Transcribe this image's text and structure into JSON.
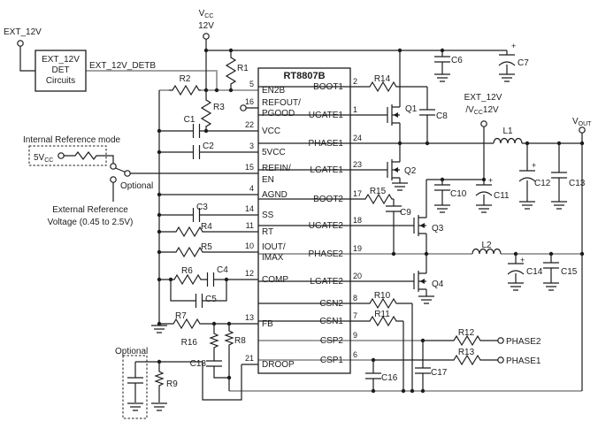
{
  "ic": {
    "title": "RT8807B",
    "left_pins": [
      {
        "num": "5",
        "l1": "EN2B"
      },
      {
        "num": "16",
        "l1": "REFOUT/",
        "l2": "PGOOD"
      },
      {
        "num": "22",
        "l1": "VCC"
      },
      {
        "num": "3",
        "l1": "5VCC"
      },
      {
        "num": "15",
        "l1": "REFIN/",
        "l2": "EN"
      },
      {
        "num": "4",
        "l1": "AGND"
      },
      {
        "num": "14",
        "l1": "SS"
      },
      {
        "num": "11",
        "l1": "RT"
      },
      {
        "num": "10",
        "l1": "IOUT/",
        "l2": "IMAX"
      },
      {
        "num": "12",
        "l1": "COMP"
      },
      {
        "num": "13",
        "l1": "FB"
      },
      {
        "num": "21",
        "l1": "DROOP"
      }
    ],
    "right_pins": [
      {
        "num": "2",
        "l1": "BOOT1"
      },
      {
        "num": "1",
        "l1": "UGATE1"
      },
      {
        "num": "24",
        "l1": "PHASE1"
      },
      {
        "num": "23",
        "l1": "LGATE1"
      },
      {
        "num": "17",
        "l1": "BOOT2"
      },
      {
        "num": "18",
        "l1": "UGATE2"
      },
      {
        "num": "19",
        "l1": "PHASE2"
      },
      {
        "num": "20",
        "l1": "LGATE2"
      },
      {
        "num": "8",
        "l1": "CSN2"
      },
      {
        "num": "7",
        "l1": "CSN1"
      },
      {
        "num": "9",
        "l1": "CSP2"
      },
      {
        "num": "6",
        "l1": "CSP1"
      }
    ]
  },
  "det": {
    "terminal": "EXT_12V",
    "box1": "EXT_12V",
    "box2": "DET",
    "box3": "Circuits",
    "signal": "EXT_12V_DETB"
  },
  "supplies": {
    "vcc_v": "V",
    "vcc_sub": "CC",
    "vcc_12v": "12V",
    "ext_line1": "EXT_12V",
    "ext_v": "/V",
    "ext_sub": "CC",
    "ext_12v": "12V",
    "vout_v": "V",
    "vout_sub": "OUT"
  },
  "reference": {
    "mode": "Internal Reference mode",
    "fivev": "5V",
    "fivev_sub": "CC",
    "optional": "Optional",
    "ext1": "External Reference",
    "ext2": "Voltage (0.45 to 2.5V)"
  },
  "bottom": {
    "optional": "Optional"
  },
  "sense": {
    "phase2": "PHASE2",
    "phase1": "PHASE1"
  },
  "parts": {
    "r1": "R1",
    "r2": "R2",
    "r3": "R3",
    "r4": "R4",
    "r5": "R5",
    "r6": "R6",
    "r7": "R7",
    "r8": "R8",
    "r9": "R9",
    "r10": "R10",
    "r11": "R11",
    "r12": "R12",
    "r13": "R13",
    "r14": "R14",
    "r15": "R15",
    "r16": "R16",
    "c1": "C1",
    "c2": "C2",
    "c3": "C3",
    "c4": "C4",
    "c5": "C5",
    "c6": "C6",
    "c7": "C7",
    "c8": "C8",
    "c9": "C9",
    "c10": "C10",
    "c11": "C11",
    "c12": "C12",
    "c13": "C13",
    "c14": "C14",
    "c15": "C15",
    "c16": "C16",
    "c17": "C17",
    "c18": "C18",
    "l1": "L1",
    "l2": "L2",
    "q1": "Q1",
    "q2": "Q2",
    "q3": "Q3",
    "q4": "Q4",
    "plus": "+"
  },
  "colors": {
    "wire": "#1c1c1c",
    "gray_wire": "#a2a2a2",
    "background": "#ffffff"
  }
}
